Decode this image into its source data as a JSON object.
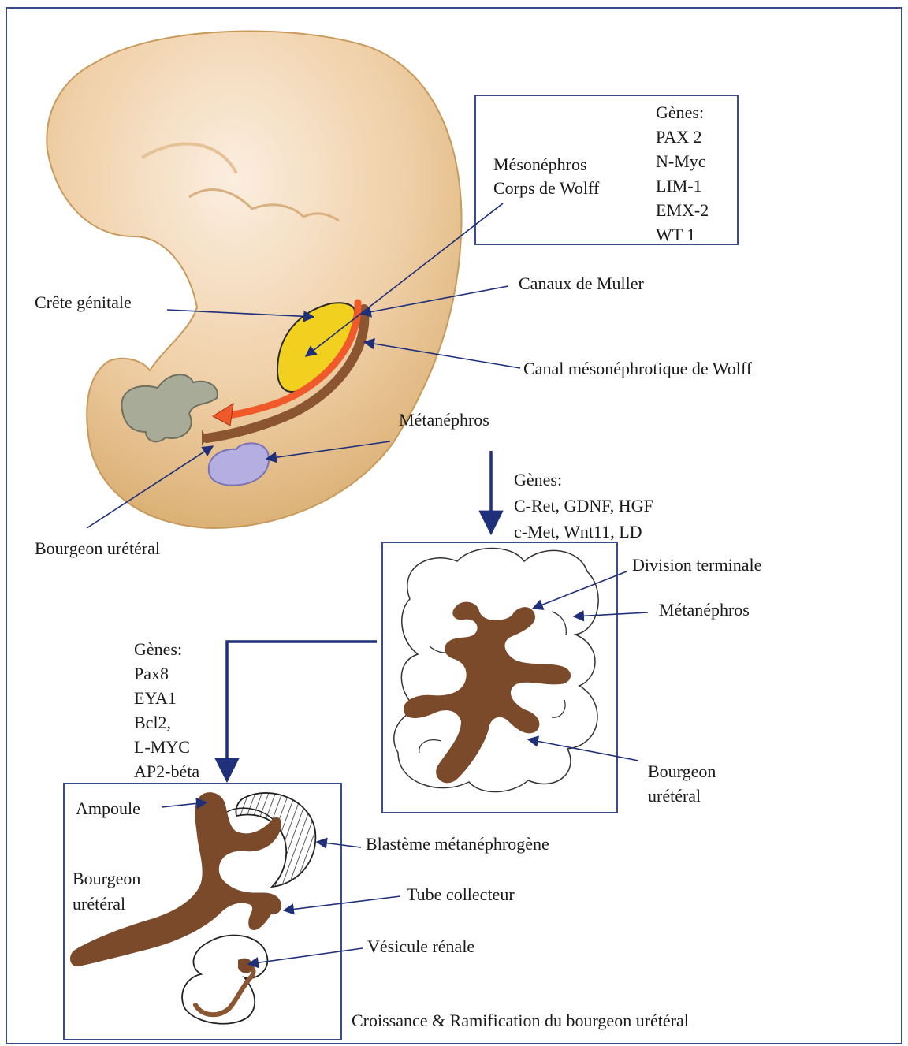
{
  "meso_box": {
    "title_1": "Mésonéphros",
    "title_2": "Corps de Wolff",
    "genes_heading": "Gènes:",
    "genes": [
      "PAX 2",
      "N-Myc",
      "LIM-1",
      "EMX-2",
      "WT 1"
    ]
  },
  "embryo_labels": {
    "genital_ridge": "Crête génitale",
    "muller_ducts": "Canaux de Muller",
    "wolff_duct": "Canal mésonéphrotique de Wolff",
    "metanephros": "Métanéphros",
    "ureteric_bud": "Bourgeon urétéral"
  },
  "arrow_genes_1": {
    "heading": "Gènes:",
    "line_1": "C-Ret, GDNF, HGF",
    "line_2": "c-Met, Wnt11, LD"
  },
  "right_box": {
    "terminal_division": "Division terminale",
    "metanephros": "Métanéphros",
    "ureteric_bud_1": "Bourgeon",
    "ureteric_bud_2": "urétéral"
  },
  "arrow_genes_2": {
    "heading": "Gènes:",
    "genes": [
      "Pax8",
      "EYA1",
      "Bcl2,",
      "L-MYC",
      "AP2-béta"
    ]
  },
  "left_box": {
    "ampulla": "Ampoule",
    "blastema": "Blastème métanéphrogène",
    "bud_1": "Bourgeon",
    "bud_2": "urétéral",
    "collecting_tube": "Tube collecteur",
    "renal_vesicle": "Vésicule rénale"
  },
  "caption": "Croissance & Ramification du bourgeon urétéral",
  "colors": {
    "frame": "#3a4a8a",
    "arrow": "#1f2f7a",
    "embryo": "#e8c08a",
    "genital_ridge": "#f2d020",
    "muller": "#f05a2a",
    "wolff": "#8a5530",
    "bud": "#7a4a2a",
    "metanephros_blob": "#b5aee0",
    "cloaca": "#a8ab98"
  }
}
